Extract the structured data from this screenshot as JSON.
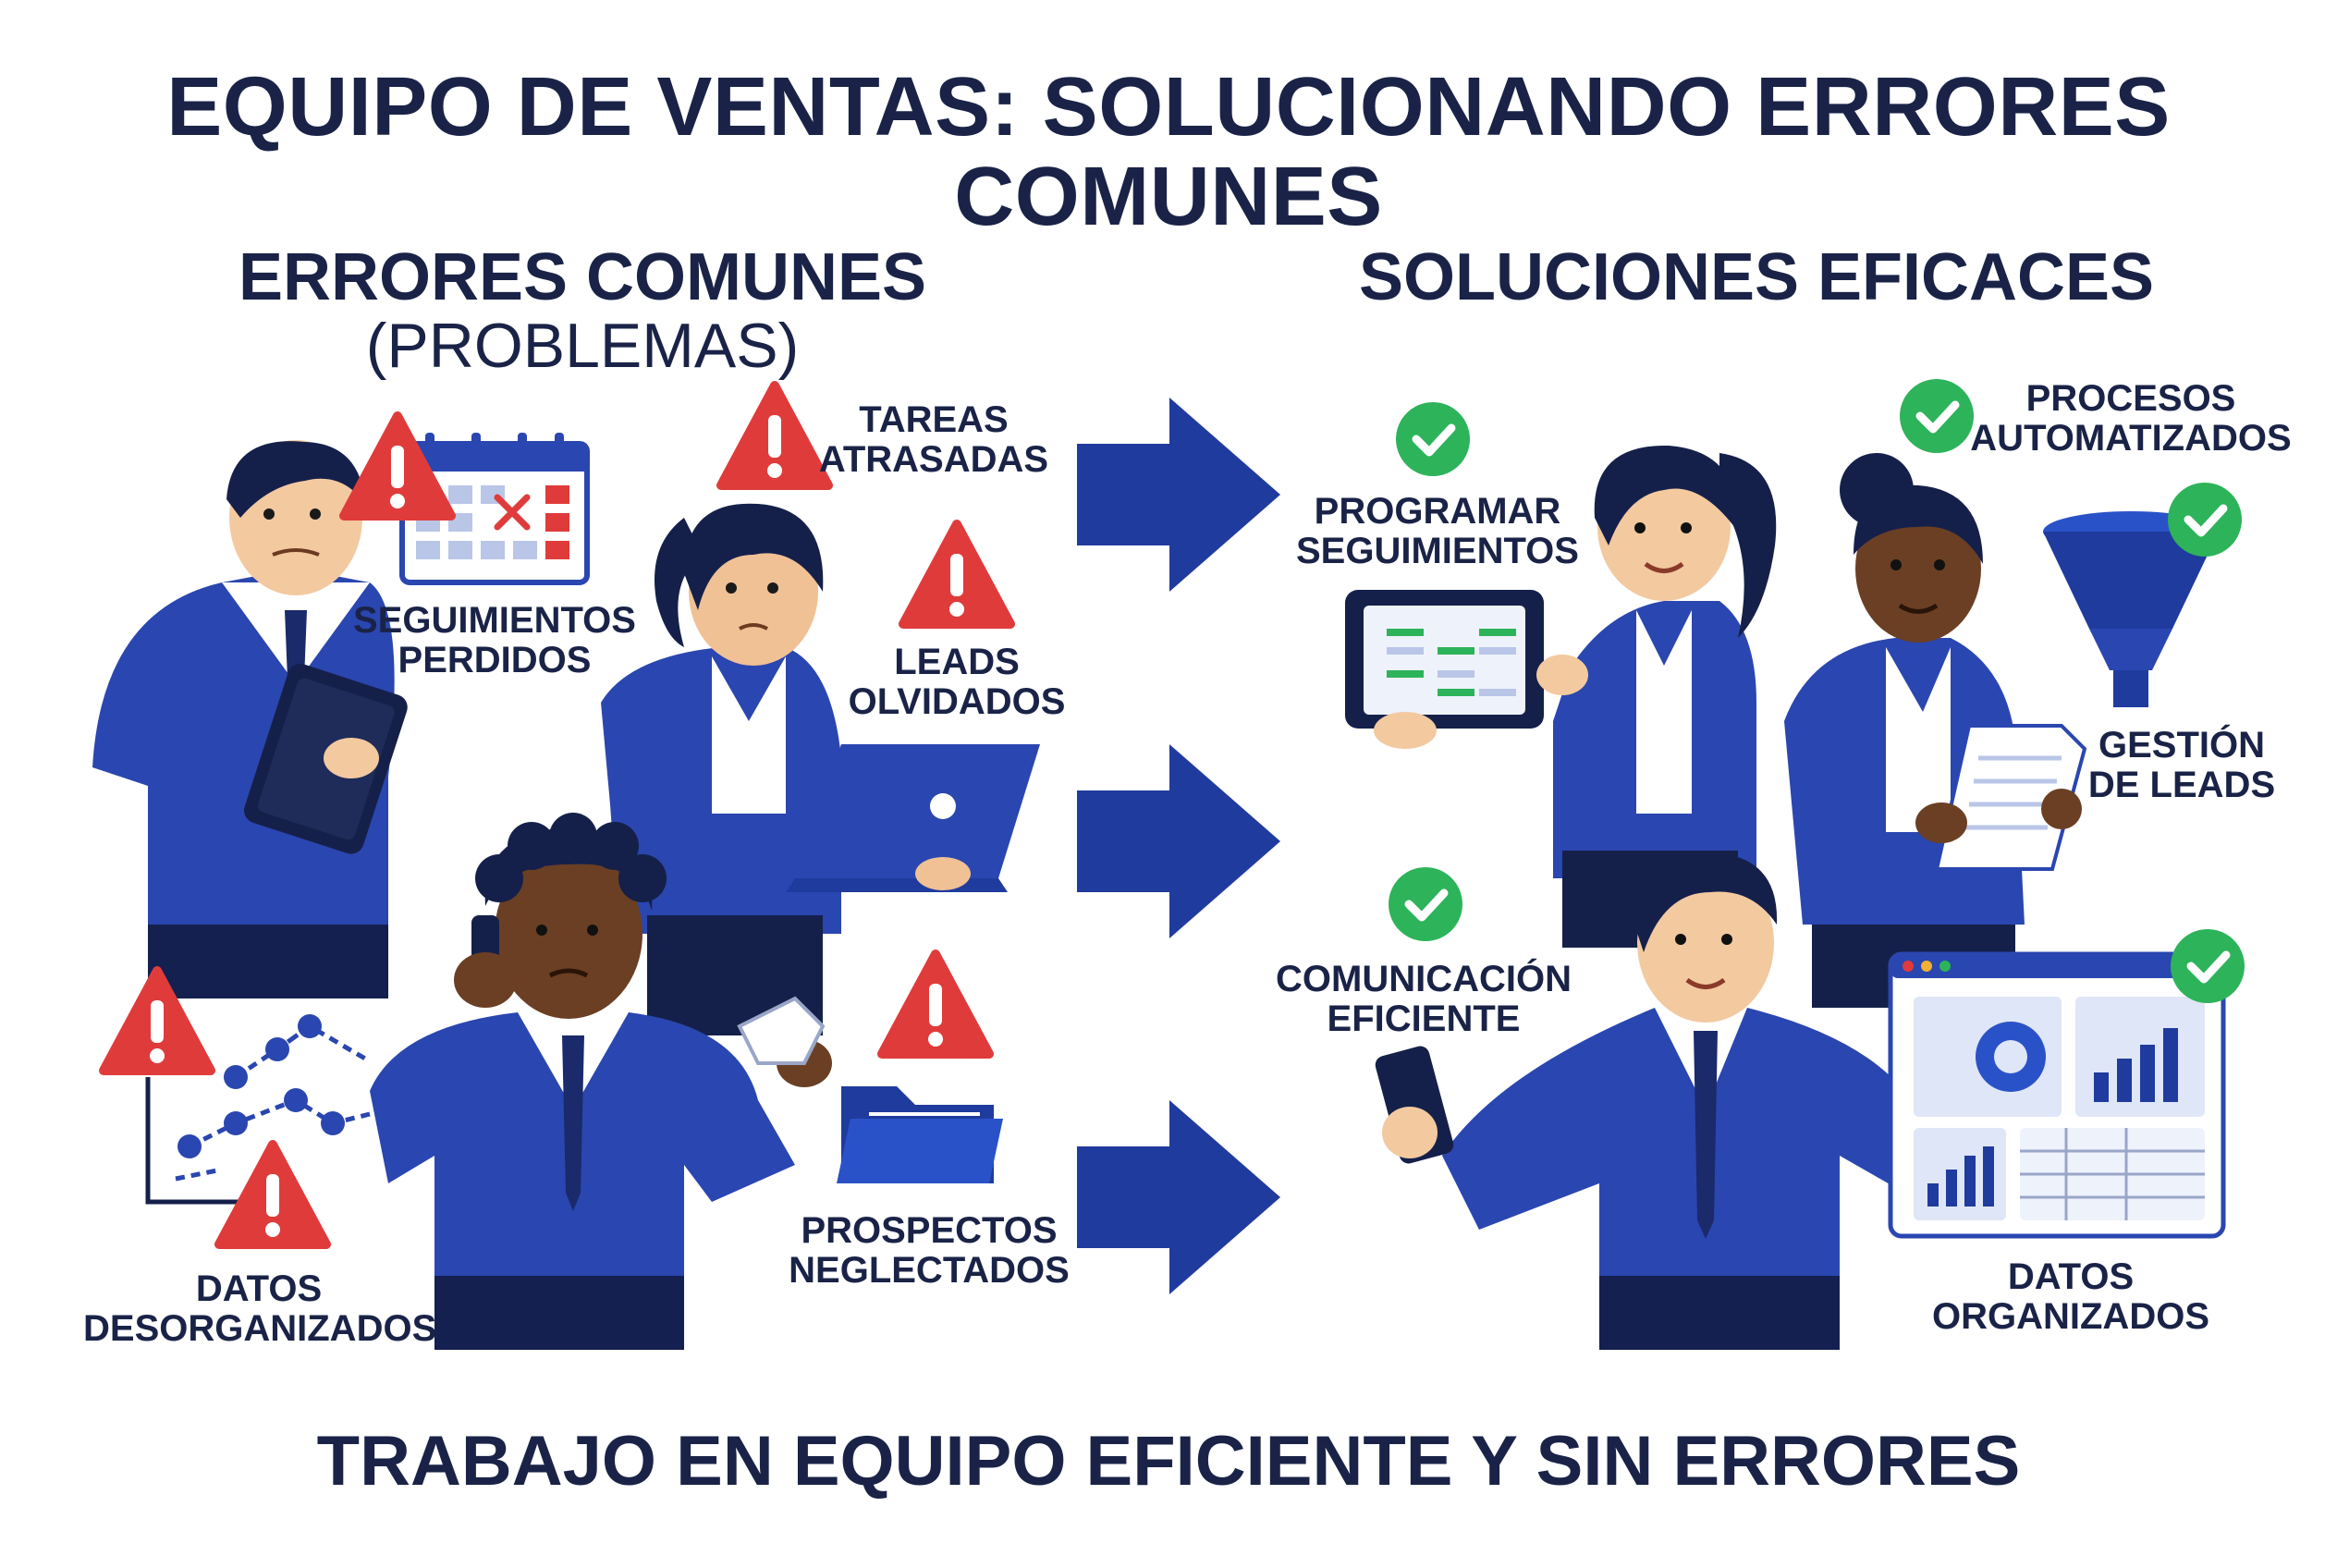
{
  "title": "EQUIPO DE VENTAS: SOLUCIONANDO ERRORES COMUNES",
  "left_section": {
    "heading": "ERRORES COMUNES",
    "subheading": "(PROBLEMAS)",
    "problems": [
      {
        "line1": "SEGUIMIENTOS",
        "line2": "PERDIDOS"
      },
      {
        "line1": "TAREAS",
        "line2": "ATRASADAS"
      },
      {
        "line1": "LEADS",
        "line2": "OLVIDADOS"
      },
      {
        "line1": "DATOS",
        "line2": "DESORGANIZADOS"
      },
      {
        "line1": "PROSPECTOS",
        "line2": "NEGLECTADOS"
      }
    ]
  },
  "right_section": {
    "heading": "SOLUCIONES EFICACES",
    "solutions": [
      {
        "line1": "PROGRAMAR",
        "line2": "SEGUIMIENTOS"
      },
      {
        "line1": "PROCESOS",
        "line2": "AUTOMATIZADOS"
      },
      {
        "line1": "GESTIÓN",
        "line2": "DE LEADS"
      },
      {
        "line1": "COMUNICACIÓN",
        "line2": "EFICIENTE"
      },
      {
        "line1": "DATOS",
        "line2": "ORGANIZADOS"
      }
    ]
  },
  "footer": "TRABAJO EN EQUIPO EFICIENTE Y SIN ERRORES",
  "icons": {
    "warning": "warning-triangle-icon",
    "success": "check-circle-icon",
    "arrow": "right-arrow-icon"
  },
  "colors": {
    "navy_text": "#1a2347",
    "suit_blue": "#2a46b0",
    "arrow_blue": "#1f3b9e",
    "warning_red": "#e03b3b",
    "check_green": "#2db35a"
  }
}
